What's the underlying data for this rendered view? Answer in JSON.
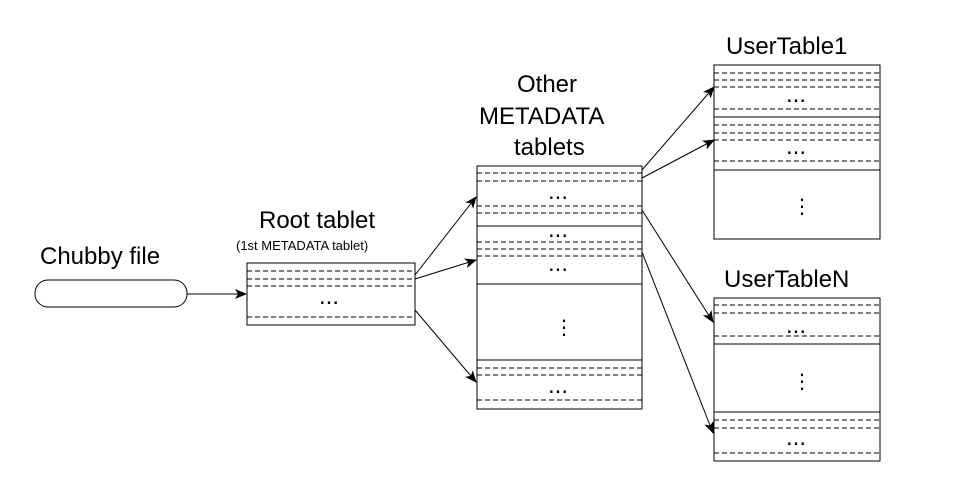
{
  "labels": {
    "chubby": "Chubby file",
    "root_title": "Root tablet",
    "root_subtitle": "(1st METADATA tablet)",
    "other_line1": "Other",
    "other_line2": "METADATA",
    "other_line3": "tablets",
    "user1": "UserTable1",
    "userN": "UserTableN"
  },
  "ellipsis": {
    "horizontal": "...",
    "vertical": "⋮"
  }
}
